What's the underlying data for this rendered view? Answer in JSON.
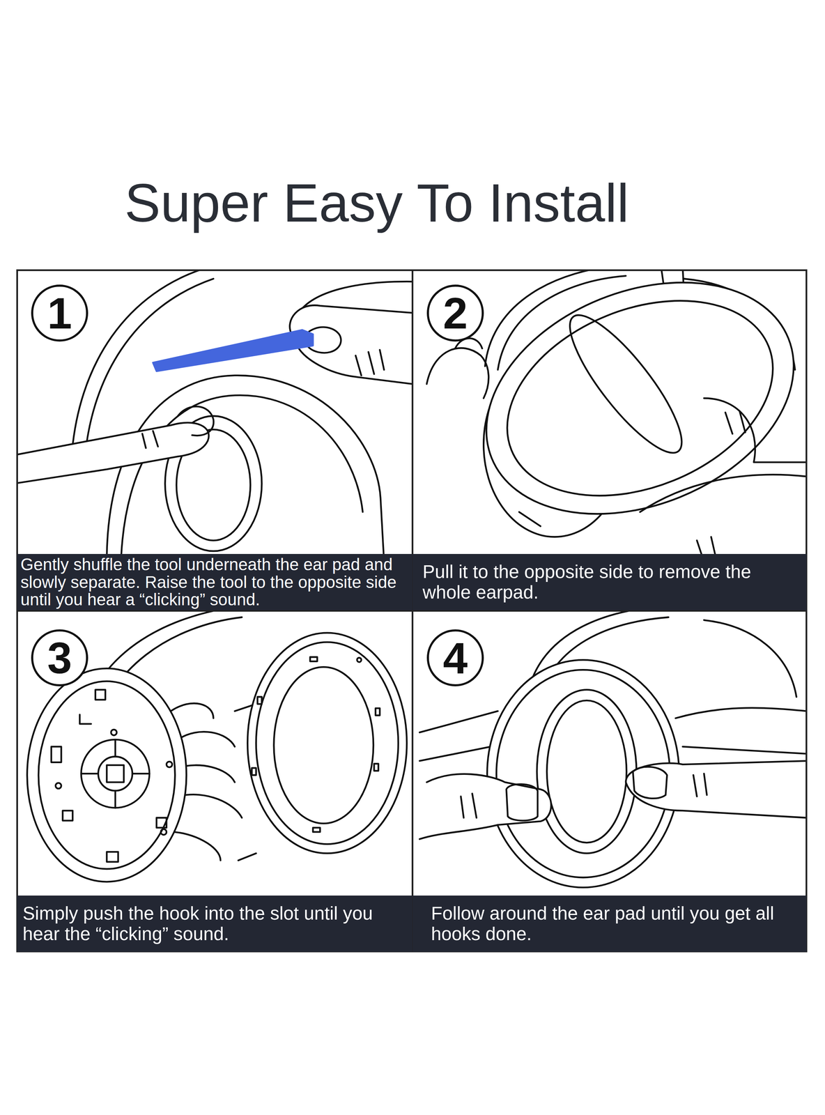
{
  "diagram": {
    "title": "Super Easy To Install",
    "nodes": [
      {
        "text": [
          "1"
        ]
      },
      {
        "text": [
          "Gently shuffle the tool underneath the ear pad and slowly separate. Raise the tool to the opposite side until you hear a “clicking” sound."
        ]
      },
      {
        "text": [
          "2"
        ]
      },
      {
        "text": [
          "Pull it to the opposite side to remove the whole earpad."
        ]
      },
      {
        "text": [
          "3"
        ]
      },
      {
        "text": [
          "Simply push the hook into the slot until you hear the “clicking” sound."
        ]
      },
      {
        "text": [
          "4"
        ]
      },
      {
        "text": [
          "Follow around the ear pad until you get all hooks done."
        ]
      }
    ]
  }
}
